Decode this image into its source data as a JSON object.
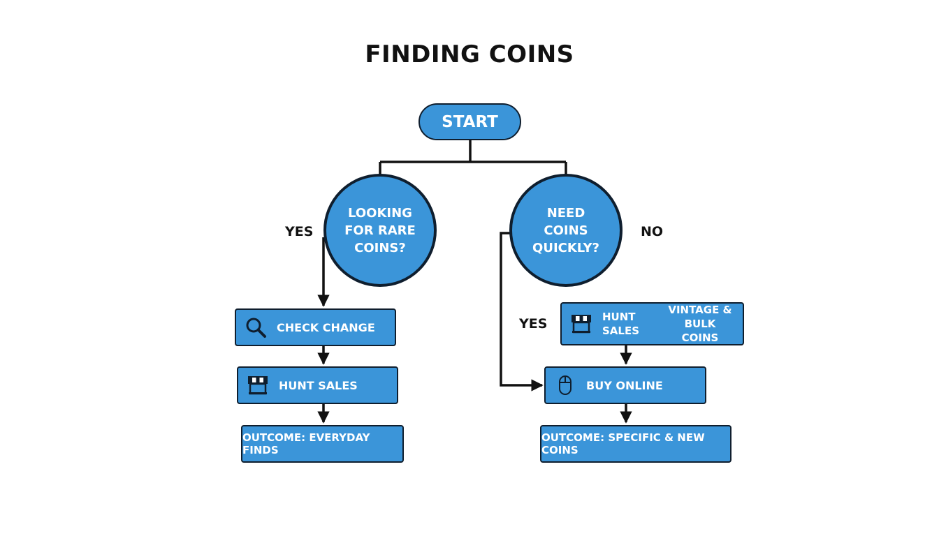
{
  "title": "FINDING COINS",
  "nodes": {
    "start": "START",
    "rare_question": "LOOKING FOR RARE COINS?",
    "quick_question": "NEED COINS QUICKLY?",
    "check_change": "CHECK CHANGE",
    "hunt_sales_left": "HUNT SALES",
    "outcome_left": "OUTCOME: EVERYDAY FINDS",
    "hunt_sales_right": "HUNT SALES",
    "vintage_bulk": "VINTAGE & BULK COINS",
    "buy_online": "BUY ONLINE",
    "outcome_right": "OUTCOME: SPECIFIC & NEW COINS"
  },
  "labels": {
    "yes_left": "YES",
    "no_right": "NO",
    "yes_right": "YES"
  },
  "colors": {
    "node_fill": "#3b95d9",
    "node_border": "#0f1e2e",
    "line": "#111111",
    "text_on_node": "#ffffff"
  },
  "icons": [
    "magnifier-icon",
    "storefront-icon",
    "storefront-icon",
    "computer-mouse-icon"
  ]
}
